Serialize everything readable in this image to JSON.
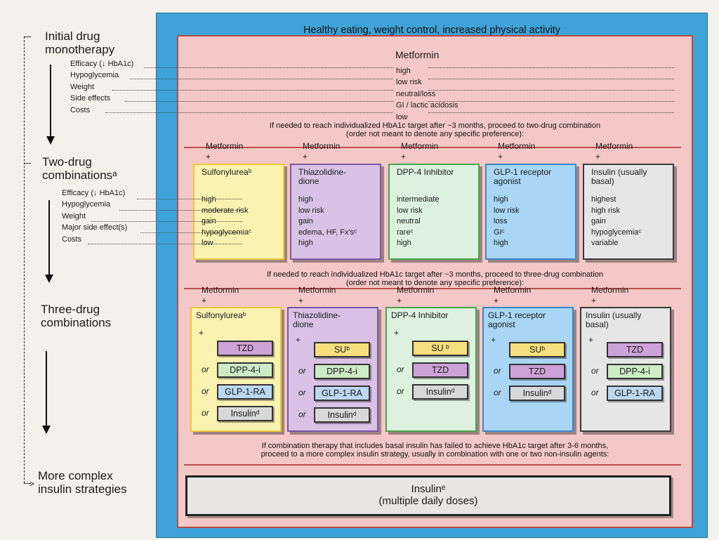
{
  "left": {
    "step1_title": [
      "Initial drug",
      "monotherapy"
    ],
    "step1_labels": [
      "Efficacy (↓ HbA1c)",
      "Hypoglycemia",
      "Weight",
      "Side effects",
      "Costs"
    ],
    "step2_title": [
      "Two-drug",
      "combinationsᵃ"
    ],
    "step2_labels": [
      "Efficacy (↓ HbA1c)",
      "Hypoglycemia",
      "Weight",
      "Major side effect(s)",
      "Costs"
    ],
    "step3_title": [
      "Three-drug",
      "combinations"
    ],
    "step4_title": [
      "More complex",
      "insulin strategies"
    ]
  },
  "header": "Healthy eating, weight control, increased physical activity",
  "mono": {
    "drug": "Metformin",
    "values": [
      "high",
      "low risk",
      "neutral/loss",
      "GI / lactic acidosis",
      "low"
    ]
  },
  "note1": [
    "If needed to reach individualized HbA1c target after ~3 months, proceed to two-drug combination",
    "(order not meant to denote any specific preference):"
  ],
  "note2": [
    "If needed to reach individualized HbA1c target after ~3 months, proceed to three-drug combination",
    "(order not meant to denote any specific preference):"
  ],
  "note3": [
    "If combination therapy that includes basal insulin has failed to achieve HbA1c target after 3-6 months,",
    "proceed to a more complex insulin strategy, usually in combination with one or two non-insulin agents:"
  ],
  "base_drug": "Metformin",
  "plus": "+",
  "or": "or",
  "two_drug": [
    {
      "title": [
        "Sulfonylureaᵇ"
      ],
      "values": [
        "high",
        "moderate risk",
        "gain",
        "hypoglycemiaᶜ",
        "low"
      ],
      "fill": "#faf2b0",
      "border": "#e8c93a"
    },
    {
      "title": [
        "Thiazolidine-",
        "dione"
      ],
      "values": [
        "high",
        "low risk",
        "gain",
        "edema, HF, Fx'sᶜ",
        "high"
      ],
      "fill": "#d9c2e6",
      "border": "#7b55a6"
    },
    {
      "title": [
        "DPP-4 Inhibitor"
      ],
      "values": [
        "intermediate",
        "low risk",
        "neutral",
        "rareᶜ",
        "high"
      ],
      "fill": "#dcf2df",
      "border": "#4aa34a"
    },
    {
      "title": [
        "GLP-1 receptor",
        "agonist"
      ],
      "values": [
        "high",
        "low risk",
        "loss",
        "GIᶜ",
        "high"
      ],
      "fill": "#a8d6f4",
      "border": "#3f86c4"
    },
    {
      "title": [
        "Insulin (usually",
        "basal)"
      ],
      "values": [
        "highest",
        "high risk",
        "gain",
        "hypoglycemiaᶜ",
        "variable"
      ],
      "fill": "#e6e6e6",
      "border": "#3a3a3a"
    }
  ],
  "three_drug": [
    {
      "title": [
        "Sulfonylureaᵇ"
      ],
      "options": [
        "TZD",
        "DPP-4-i",
        "GLP-1-RA",
        "Insulinᵈ"
      ],
      "fill": "#faf2b0",
      "border": "#e8c93a"
    },
    {
      "title": [
        "Thiazolidine-",
        "dione"
      ],
      "options": [
        "SUᵇ",
        "DPP-4-i",
        "GLP-1-RA",
        "Insulinᵈ"
      ],
      "fill": "#d9c2e6",
      "border": "#7b55a6"
    },
    {
      "title": [
        "DPP-4 Inhibitor"
      ],
      "options": [
        "SU ᵇ",
        "TZD",
        "Insulinᵈ"
      ],
      "fill": "#dcf2df",
      "border": "#4aa34a"
    },
    {
      "title": [
        "GLP-1 receptor",
        "agonist"
      ],
      "options": [
        "SUᵇ",
        "TZD",
        "Insulinᵈ"
      ],
      "fill": "#a8d6f4",
      "border": "#3f86c4"
    },
    {
      "title": [
        "Insulin (usually",
        "basal)"
      ],
      "options": [
        "TZD",
        "DPP-4-i",
        "GLP-1-RA"
      ],
      "fill": "#e6e6e6",
      "border": "#3a3a3a"
    }
  ],
  "final": [
    "Insulinᵉ",
    "(multiple daily doses)"
  ]
}
